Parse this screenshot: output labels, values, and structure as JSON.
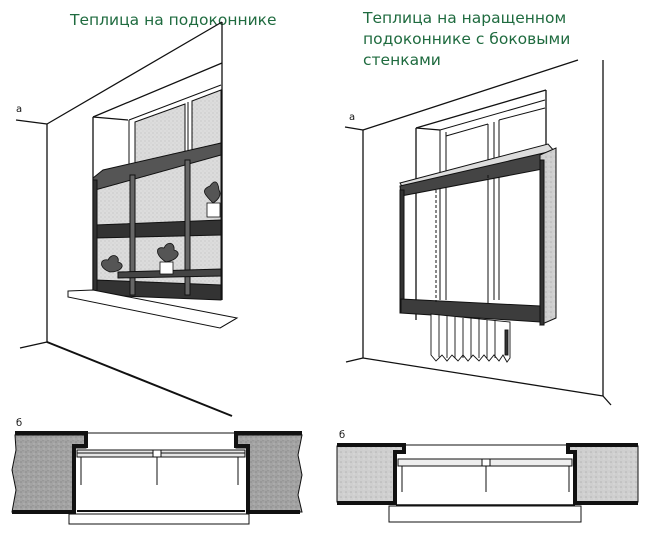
{
  "figures": [
    {
      "title": "Теплица на подоконнике",
      "view_a_label": "а",
      "view_b_label": "б"
    },
    {
      "title_line1": "Теплица на наращенном",
      "title_line2": "подоконнике с боковыми стенками",
      "view_a_label": "а",
      "view_b_label": "б"
    }
  ],
  "colors": {
    "title": "#1f6b3f",
    "line": "#111111",
    "frame_dark": "#3a3a3a",
    "glass": "#d9d9d9",
    "wall_section": "#9a9a9a"
  }
}
